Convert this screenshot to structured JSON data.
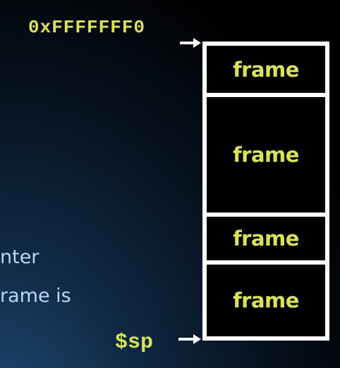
{
  "diagram": {
    "top_address": "0xFFFFFFF0",
    "stack_pointer": "$sp",
    "frames": [
      {
        "label": "frame"
      },
      {
        "label": "frame"
      },
      {
        "label": "frame"
      },
      {
        "label": "frame"
      }
    ],
    "partial_text": [
      "nter",
      "rame is"
    ],
    "colors": {
      "label": "#d9e25a",
      "outline": "#ffffff",
      "body_text": "#b8d8f4"
    }
  }
}
